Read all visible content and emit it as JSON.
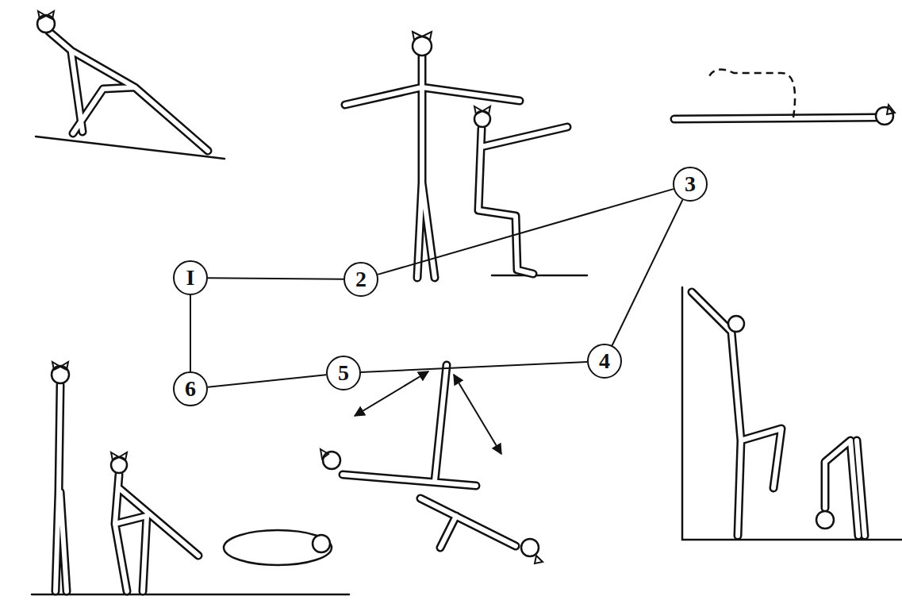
{
  "diagram": {
    "nodes": [
      {
        "text": [
          "I"
        ]
      },
      {
        "text": [
          "2"
        ]
      },
      {
        "text": [
          "3"
        ]
      },
      {
        "text": [
          "4"
        ]
      },
      {
        "text": [
          "5"
        ]
      },
      {
        "text": [
          "6"
        ]
      }
    ],
    "edges": [
      {
        "from": 0,
        "to": 1,
        "arrow": "none"
      },
      {
        "from": 1,
        "to": 2,
        "arrow": "none"
      },
      {
        "from": 2,
        "to": 3,
        "arrow": "none"
      },
      {
        "from": 3,
        "to": 4,
        "arrow": "none"
      },
      {
        "from": 4,
        "to": 5,
        "arrow": "none"
      },
      {
        "from": 5,
        "to": 0,
        "arrow": "none"
      }
    ]
  }
}
